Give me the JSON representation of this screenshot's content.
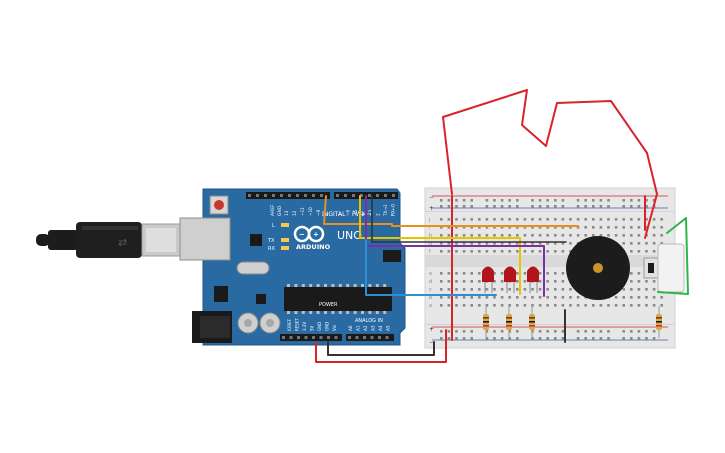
{
  "arduino": {
    "logo": "ARDUINO",
    "model": "UNO",
    "digital_label": "DIGITAL",
    "pwm_label": "PWM~",
    "power_label": "POWER",
    "analog_label": "ANALOG IN",
    "led_labels": [
      "L",
      "TX",
      "RX"
    ],
    "aref_label": "AREF",
    "gnd_label": "GND",
    "digital_pins": [
      "13",
      "12",
      "~11",
      "~10",
      "~9",
      "8",
      "7",
      "~6",
      "~5",
      "4",
      "~3",
      "2",
      "TX→1",
      "RX←0"
    ],
    "power_pins": [
      "IOREF",
      "RESET",
      "3.3V",
      "5V",
      "GND",
      "GND",
      "Vin"
    ],
    "analog_pins": [
      "A0",
      "A1",
      "A2",
      "A3",
      "A4",
      "A5"
    ]
  },
  "breadboard": {
    "row_letters_top": [
      "j",
      "i",
      "h",
      "g",
      "f"
    ],
    "row_letters_bottom": [
      "e",
      "d",
      "c",
      "b",
      "a"
    ],
    "rail_minus": "−",
    "rail_plus": "+"
  },
  "components": {
    "leds": [
      "red-led-1",
      "red-led-2",
      "red-led-3"
    ],
    "resistor_count": 4,
    "buzzer": "piezo-buzzer",
    "button": "pushbutton"
  },
  "colors": {
    "board": "#2a6aa3",
    "wire_red": "#d8232a",
    "wire_orange": "#e8901f",
    "wire_yellow": "#e8c400",
    "wire_purple": "#7a2fa6",
    "wire_blue": "#2d8fd0",
    "wire_black": "#333333",
    "wire_green": "#2fb34a",
    "led": "#b3141c"
  }
}
